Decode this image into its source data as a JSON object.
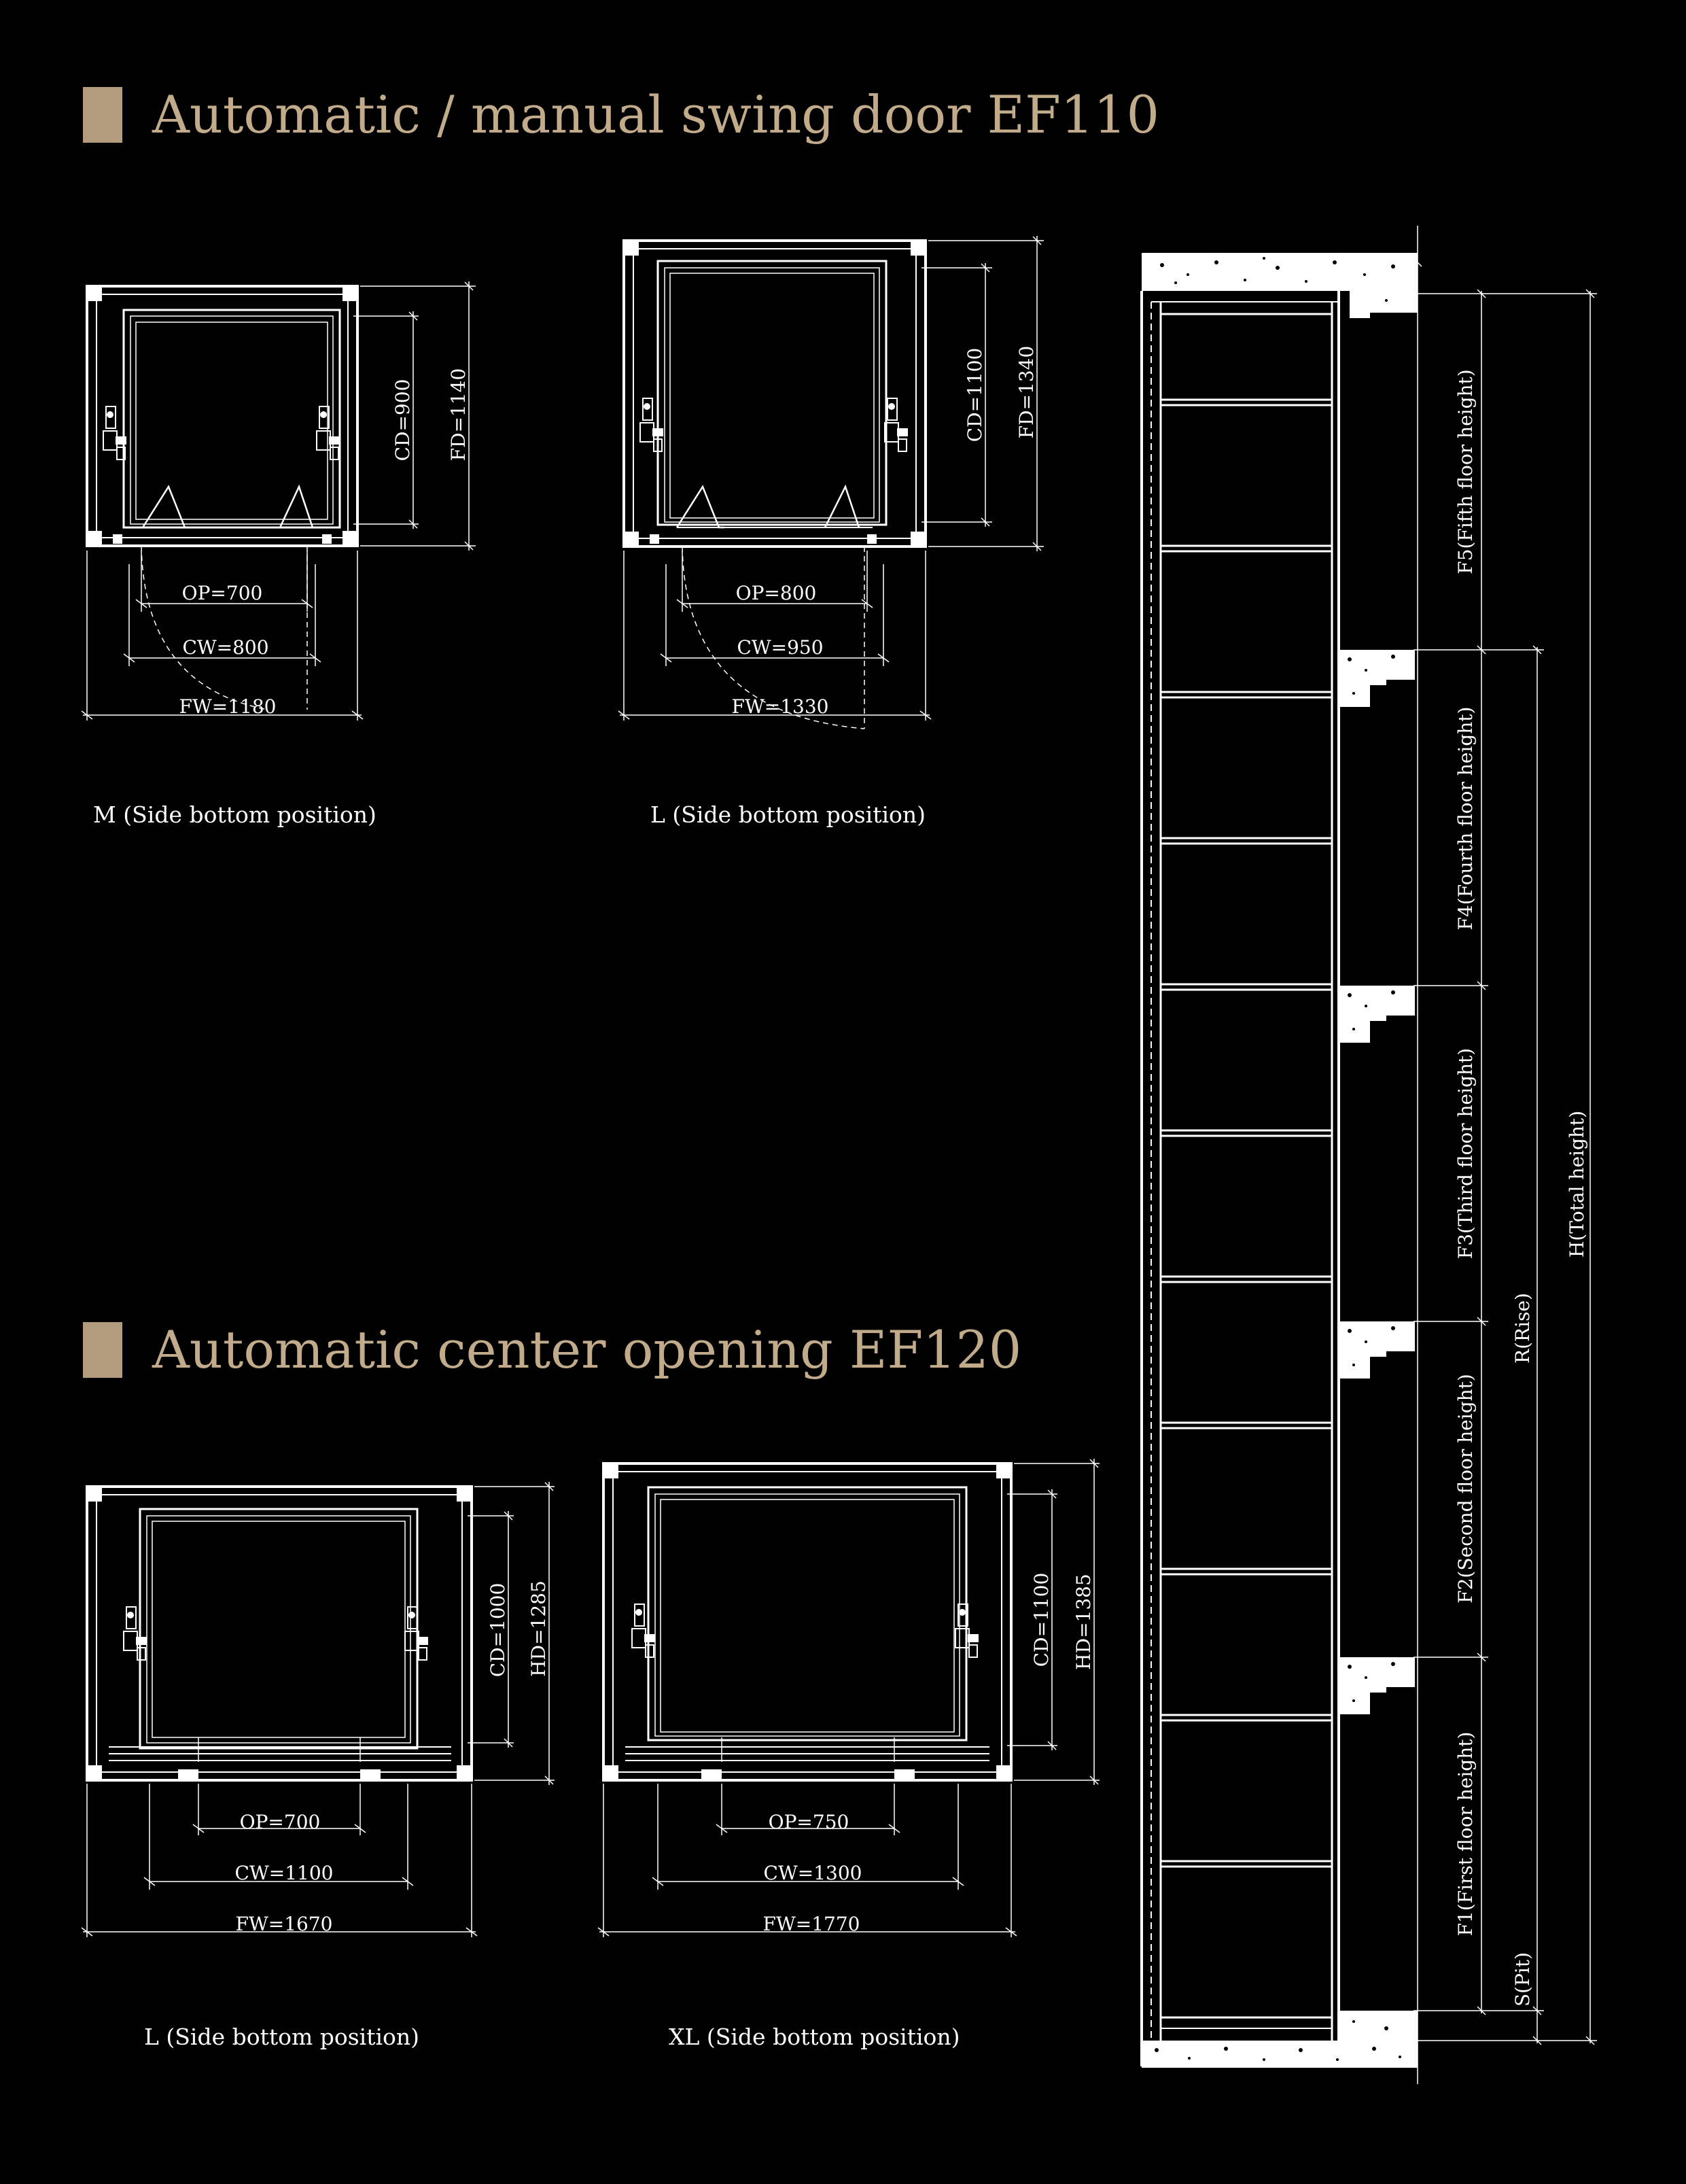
{
  "sections": {
    "ef110_title": "Automatic / manual swing door EF110",
    "ef120_title": "Automatic center opening EF120"
  },
  "plans": [
    {
      "id": "ef110_m",
      "op": "OP=700",
      "cw": "CW=800",
      "fw": "FW=1180",
      "cd": "CD=900",
      "depth": "FD=1140",
      "caption": "M (Side bottom position)"
    },
    {
      "id": "ef110_l",
      "op": "OP=800",
      "cw": "CW=950",
      "fw": "FW=1330",
      "cd": "CD=1100",
      "depth": "FD=1340",
      "caption": "L (Side bottom position)"
    },
    {
      "id": "ef120_l",
      "op": "OP=700",
      "cw": "CW=1100",
      "fw": "FW=1670",
      "cd": "CD=1000",
      "depth": "HD=1285",
      "caption": "L (Side bottom position)"
    },
    {
      "id": "ef120_xl",
      "op": "OP=750",
      "cw": "CW=1300",
      "fw": "FW=1770",
      "cd": "CD=1100",
      "depth": "HD=1385",
      "caption": "XL (Side bottom position)"
    }
  ],
  "elevation": {
    "floors": [
      "F5(Fifth floor height)",
      "F4(Fourth floor height)",
      "F3(Third floor height)",
      "F2(Second floor height)",
      "F1(First floor height)"
    ],
    "rise": "R(Rise)",
    "total": "H(Total height)",
    "pit": "S(Pit)"
  },
  "colors": {
    "accent": "#b39c7d",
    "line": "#ffffff",
    "background": "#000000"
  }
}
